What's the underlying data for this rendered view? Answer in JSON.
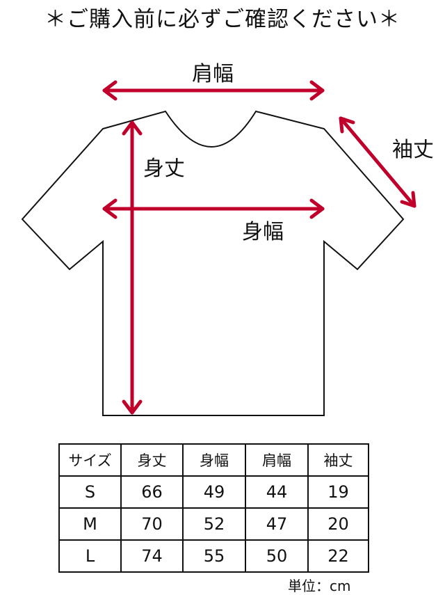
{
  "notice": "＊ご購入前に必ずご確認ください＊",
  "diagram": {
    "shoulder_label": "肩幅",
    "length_label": "身丈",
    "width_label": "身幅",
    "sleeve_label": "袖丈",
    "arrow_color": "#c0002a",
    "outline_color": "#111111"
  },
  "table": {
    "headers": [
      "サイズ",
      "身丈",
      "身幅",
      "肩幅",
      "袖丈"
    ],
    "rows": [
      [
        "S",
        "66",
        "49",
        "44",
        "19"
      ],
      [
        "M",
        "70",
        "52",
        "47",
        "20"
      ],
      [
        "L",
        "74",
        "55",
        "50",
        "22"
      ]
    ]
  },
  "unit": "単位：cm"
}
